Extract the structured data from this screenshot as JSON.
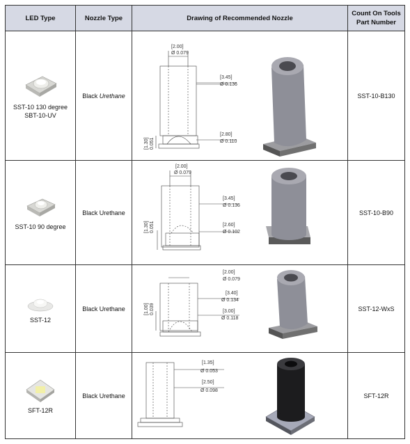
{
  "headers": {
    "led_type": "LED Type",
    "nozzle_type": "Nozzle Type",
    "drawing": "Drawing of Recommended Nozzle",
    "part_number_line1": "Count On Tools",
    "part_number_line2": "Part Number"
  },
  "rows": [
    {
      "led_line1": "SST-10 130 degree",
      "led_line2": "SBT-10-UV",
      "nozzle_prefix": "Black ",
      "nozzle_italic": "Urethane",
      "part": "SST-10-B130",
      "dims": {
        "top_mm": "[2.00]",
        "top_in": "Ø 0.079",
        "od_mm": "[3.45]",
        "od_in": "Ø 0.136",
        "len_mm": "[1.30]",
        "len_in": "0.051",
        "id_mm": "[2.80]",
        "id_in": "Ø 0.110"
      }
    },
    {
      "led_line1": "SST-10 90 degree",
      "nozzle": "Black Urethane",
      "part": "SST-10-B90",
      "dims": {
        "top_mm": "[2.00]",
        "top_in": "Ø 0.079",
        "od_mm": "[3.45]",
        "od_in": "Ø 0.136",
        "len_mm": "[1.30]",
        "len_in": "0.051",
        "id_mm": "[2.60]",
        "id_in": "Ø 0.102"
      }
    },
    {
      "led_line1": "SST-12",
      "nozzle": "Black Urethane",
      "part": "SST-12-WxS",
      "dims": {
        "top_mm": "[2.00]",
        "top_in": "Ø 0.079",
        "od_mm": "[3.40]",
        "od_in": "Ø 0.134",
        "len_mm": "[1.00]",
        "len_in": "0.039",
        "id_mm": "[3.00]",
        "id_in": "Ø 0.118"
      }
    },
    {
      "led_line1": "SFT-12R",
      "nozzle": "Black Urethane",
      "part": "SFT-12R",
      "dims": {
        "top_mm": "[1.35]",
        "top_in": "Ø 0.053",
        "od_mm": "[2.50]",
        "od_in": "Ø 0.098"
      }
    }
  ],
  "colors": {
    "header_bg": "#d6d9e4",
    "nozzle_gray": "#8e8f98",
    "nozzle_black": "#1c1c1e",
    "base": "#505050"
  }
}
